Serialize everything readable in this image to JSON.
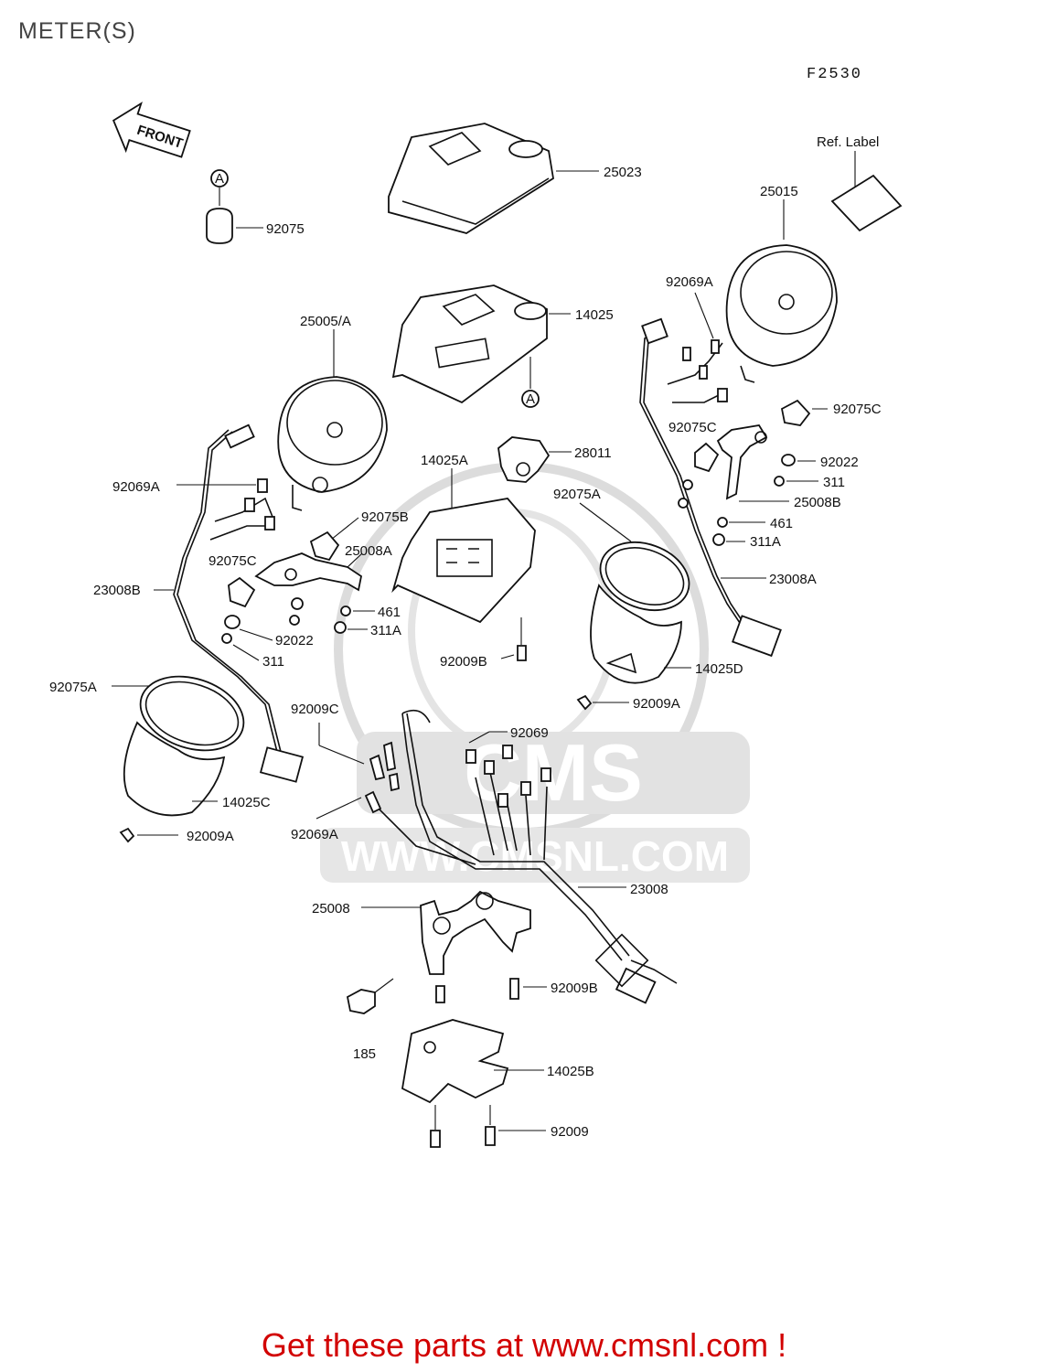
{
  "header": {
    "title": "METER(S)",
    "figure_code": "F2530"
  },
  "arrow": {
    "text": "FRONT"
  },
  "ref_marker": "A",
  "watermark": {
    "logo": "CMS",
    "url": "WWW.CMSNL.COM"
  },
  "colors": {
    "promo": "#d20000",
    "line": "#111111",
    "watermark": "#dcdcdc"
  },
  "labels": {
    "p25023": "25023",
    "p92075": "92075",
    "ref_label": "Ref. Label",
    "p25015": "25015",
    "p92069A_top": "92069A",
    "p14025": "14025",
    "p25005A": "25005/A",
    "p92075C_right": "92075C",
    "p92075C_mid": "92075C",
    "p92022_right": "92022",
    "p311_right": "311",
    "p25008B": "25008B",
    "p461_right": "461",
    "p311A_right": "311A",
    "p23008A": "23008A",
    "p28011": "28011",
    "p14025A": "14025A",
    "p92075A_mid": "92075A",
    "p92069A_left": "92069A",
    "p92075B": "92075B",
    "p25008A": "25008A",
    "p92075C_left": "92075C",
    "p23008B": "23008B",
    "p461_mid": "461",
    "p311A_mid": "311A",
    "p92022_left": "92022",
    "p311_left": "311",
    "p92009B_top": "92009B",
    "p14025D": "14025D",
    "p92009A_right": "92009A",
    "p92075A_left": "92075A",
    "p92009C": "92009C",
    "p92069": "92069",
    "p14025C": "14025C",
    "p92009A_left": "92009A",
    "p92069A_bottom": "92069A",
    "p23008": "23008",
    "p25008": "25008",
    "p92009B_bottom": "92009B",
    "p185": "185",
    "p14025B": "14025B",
    "p92009": "92009"
  },
  "footer": {
    "promo_text": "Get these parts at www.cmsnl.com !"
  }
}
